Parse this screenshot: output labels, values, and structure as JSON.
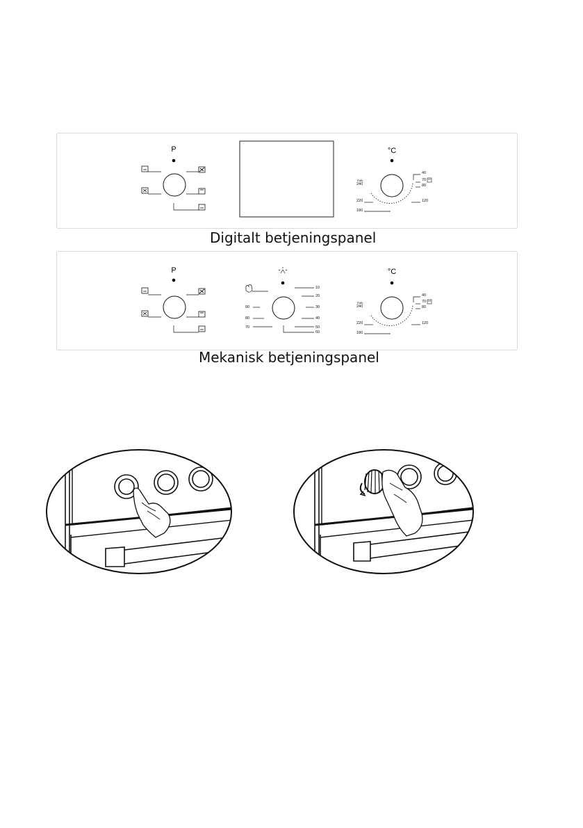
{
  "panel_digital": {
    "caption": "Digitalt betjeningspanel",
    "program_knob_label": "P",
    "temp_knob_label": "°C",
    "temp_scale": [
      "40",
      "70",
      "80",
      "120",
      "180",
      "220",
      "240",
      "max"
    ]
  },
  "panel_mechanical": {
    "caption": "Mekanisk betjeningspanel",
    "program_knob_label": "P",
    "temp_knob_label": "°C",
    "timer_scale": [
      "10",
      "20",
      "30",
      "40",
      "50",
      "60",
      "70",
      "80",
      "90"
    ],
    "temp_scale": [
      "40",
      "70",
      "80",
      "120",
      "180",
      "220",
      "240",
      "max"
    ]
  },
  "icons": {
    "program_modes": [
      "top-heat-icon",
      "fan-grill-icon",
      "bottom-heat-icon",
      "conventional-icon",
      "grill-icon"
    ],
    "timer_manual": "hand-icon",
    "timer_light": "light-icon",
    "temp_grill": "grill-small-icon"
  }
}
